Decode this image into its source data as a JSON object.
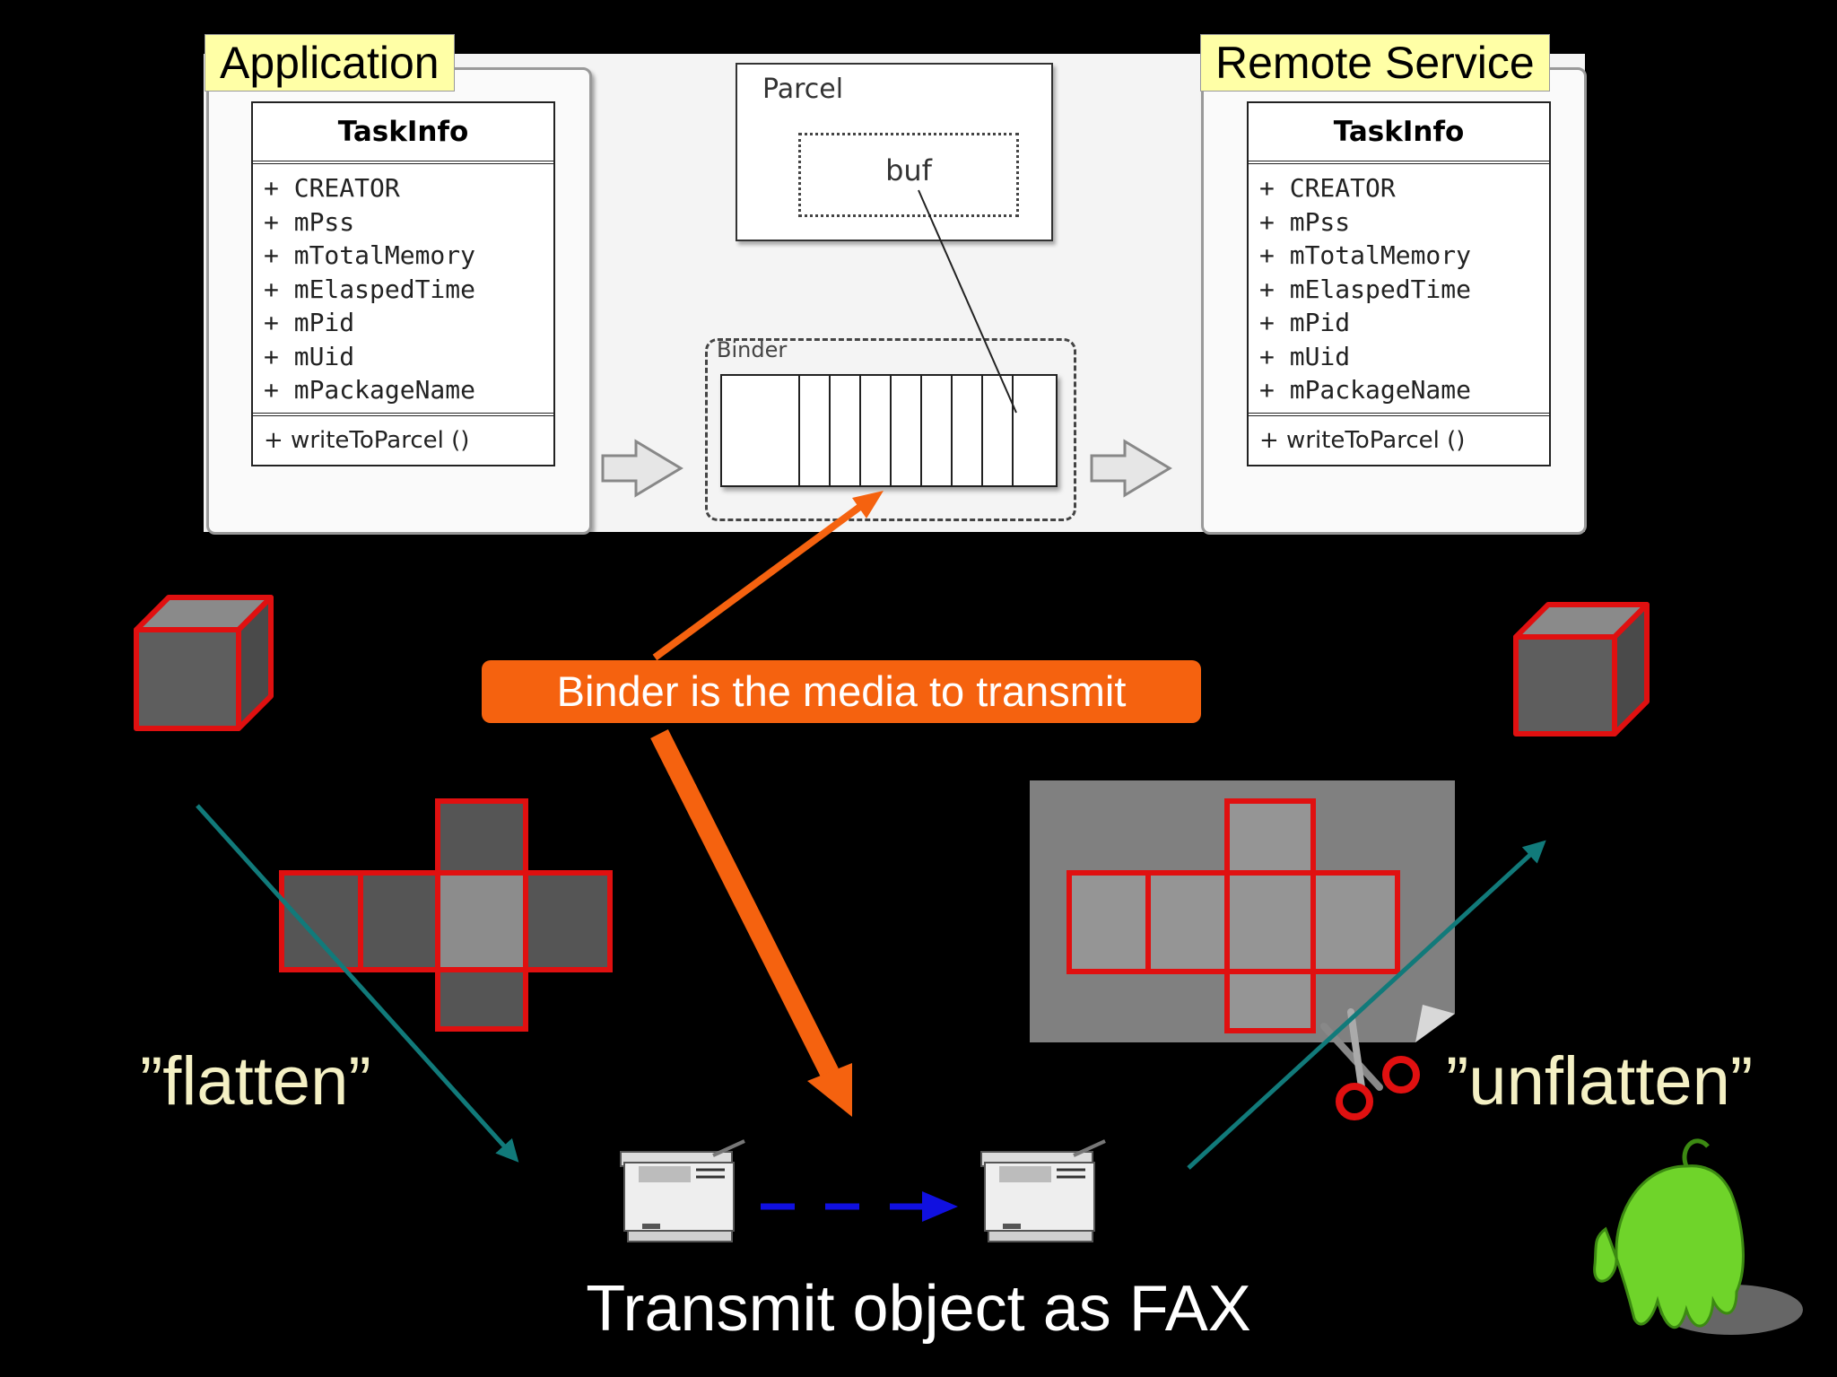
{
  "labels": {
    "application": "Application",
    "remote_service": "Remote Service",
    "parcel": "Parcel",
    "buf": "buf",
    "binder": "Binder"
  },
  "taskinfo_left": {
    "name": "TaskInfo",
    "attrs": [
      "+ CREATOR",
      "+ mPss",
      "+ mTotalMemory",
      "+ mElaspedTime",
      "+ mPid",
      "+ mUid",
      "+ mPackageName"
    ],
    "method": "+ writeToParcel ()"
  },
  "taskinfo_right": {
    "name": "TaskInfo",
    "attrs": [
      "+ CREATOR",
      "+ mPss",
      "+ mTotalMemory",
      "+ mElaspedTime",
      "+ mPid",
      "+ mUid",
      "+ mPackageName"
    ],
    "method": "+ writeToParcel ()"
  },
  "callout": "Binder is the media to transmit",
  "flatten": "”flatten”",
  "unflatten": "”unflatten”",
  "caption": "Transmit object as FAX",
  "colors": {
    "orange": "#f5620f",
    "teal": "#117a7a",
    "red": "#e01010",
    "cube_gray": "#5e5e5e",
    "ghost_green": "#6fd42a",
    "fax_arrow": "#1010e0",
    "text_cream": "#f4f0c4"
  }
}
